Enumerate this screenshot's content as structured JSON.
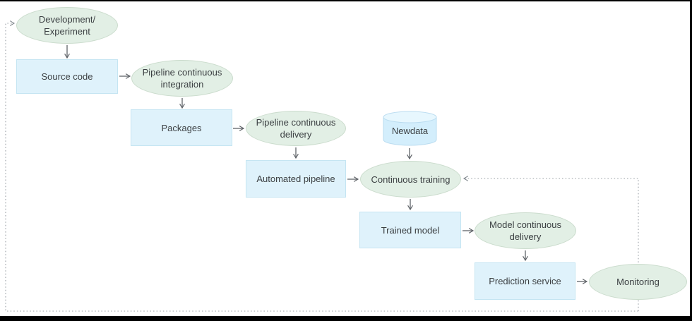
{
  "colors": {
    "ellipse-fill": "#e2efe5",
    "ellipse-border": "#cbdccd",
    "rect-fill": "#dff2fb",
    "rect-border": "#c5e5f2",
    "cylinder-fill": "#d3eefc",
    "cylinder-top-fill": "#e7f7fe",
    "cylinder-border": "#badcf0",
    "arrow": "#5f6368",
    "dotted": "#9aa0a6",
    "text": "#3c4043",
    "frame": "#000000"
  },
  "diagram": {
    "nodes": [
      {
        "id": "development-experiment",
        "shape": "ellipse",
        "lines": [
          "Development/",
          "Experiment"
        ]
      },
      {
        "id": "source-code",
        "shape": "rect",
        "lines": [
          "Source code"
        ]
      },
      {
        "id": "pipeline-continuous-integration",
        "shape": "ellipse",
        "lines": [
          "Pipeline continuous",
          "integration"
        ]
      },
      {
        "id": "packages",
        "shape": "rect",
        "lines": [
          "Packages"
        ]
      },
      {
        "id": "pipeline-continuous-delivery",
        "shape": "ellipse",
        "lines": [
          "Pipeline continuous",
          "delivery"
        ]
      },
      {
        "id": "automated-pipeline",
        "shape": "rect",
        "lines": [
          "Automated pipeline"
        ]
      },
      {
        "id": "new-data",
        "shape": "cylinder",
        "lines": [
          "Newdata"
        ]
      },
      {
        "id": "continuous-training",
        "shape": "ellipse",
        "lines": [
          "Continuous training"
        ]
      },
      {
        "id": "trained-model",
        "shape": "rect",
        "lines": [
          "Trained model"
        ]
      },
      {
        "id": "model-continuous-delivery",
        "shape": "ellipse",
        "lines": [
          "Model continuous",
          "delivery"
        ]
      },
      {
        "id": "prediction-service",
        "shape": "rect",
        "lines": [
          "Prediction service"
        ]
      },
      {
        "id": "monitoring",
        "shape": "ellipse",
        "lines": [
          "Monitoring"
        ]
      }
    ],
    "edges": {
      "solid": [
        {
          "from": "development-experiment",
          "to": "source-code"
        },
        {
          "from": "source-code",
          "to": "pipeline-continuous-integration"
        },
        {
          "from": "pipeline-continuous-integration",
          "to": "packages"
        },
        {
          "from": "packages",
          "to": "pipeline-continuous-delivery"
        },
        {
          "from": "pipeline-continuous-delivery",
          "to": "automated-pipeline"
        },
        {
          "from": "automated-pipeline",
          "to": "continuous-training"
        },
        {
          "from": "new-data",
          "to": "continuous-training"
        },
        {
          "from": "continuous-training",
          "to": "trained-model"
        },
        {
          "from": "trained-model",
          "to": "model-continuous-delivery"
        },
        {
          "from": "model-continuous-delivery",
          "to": "prediction-service"
        },
        {
          "from": "prediction-service",
          "to": "monitoring"
        }
      ],
      "dotted": [
        {
          "from": "monitoring",
          "to": "continuous-training"
        },
        {
          "from": "monitoring",
          "to": "development-experiment"
        }
      ]
    }
  }
}
